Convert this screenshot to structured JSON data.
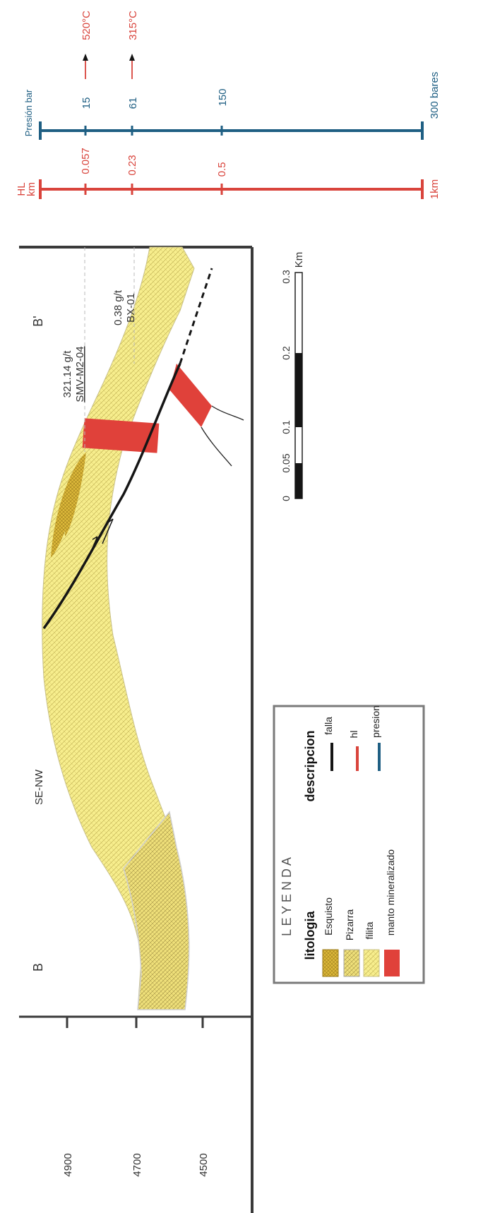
{
  "labels": {
    "endpoint_left": "B",
    "endpoint_right": "B'",
    "direction": "SE-NW",
    "sample_1_value": "321.14 g/t",
    "sample_1_id": "SMV-M2-04",
    "sample_2_value": "0.38 g/t",
    "sample_2_id": "BX-01"
  },
  "elevation_axis": {
    "ticks": [
      "4900",
      "4700",
      "4500"
    ]
  },
  "scale_bar": {
    "ticks": [
      "0",
      "0.05",
      "0.1",
      "0.2",
      "0.3"
    ],
    "unit": "Km"
  },
  "hl_scale": {
    "title_line1": "HL",
    "title_line2": "km",
    "ticks": [
      "0.057",
      "0.23",
      "0.5",
      "1km"
    ]
  },
  "pressure_scale": {
    "title": "Presión bar",
    "ticks": [
      "15",
      "61",
      "150",
      "300 bares"
    ],
    "temp_1": "520°C",
    "temp_2": "315°C"
  },
  "legend": {
    "title": "L E Y E N D A",
    "lithology_header": "litologia",
    "description_header": "descripcion",
    "lithology_items": [
      "Esquisto",
      "Pizarra",
      "filita",
      "manto mineralizado"
    ],
    "description_items": [
      "falla",
      "hl",
      "presion"
    ]
  },
  "colors": {
    "hl_red": "#d9443c",
    "pressure_blue": "#1f5f83",
    "ore_red": "#e0413a",
    "schist": "#ddb93a",
    "phyllite": "#f7ee8d",
    "slate": "#efe07a",
    "frame": "#3a3a3a"
  }
}
